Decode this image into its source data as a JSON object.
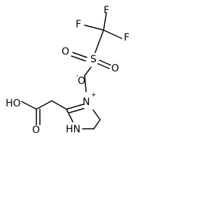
{
  "molecule": {
    "triflate": {
      "f_top": "F",
      "f_left": "F",
      "f_right": "F",
      "s": "S",
      "o_left": "O",
      "o_right": "O",
      "o_anion": "O",
      "anion_charge": "-"
    },
    "cation": {
      "oh": "HO",
      "carbonyl_o": "O",
      "n_plus": "N",
      "plus_charge": "+",
      "nh": "HN"
    }
  }
}
